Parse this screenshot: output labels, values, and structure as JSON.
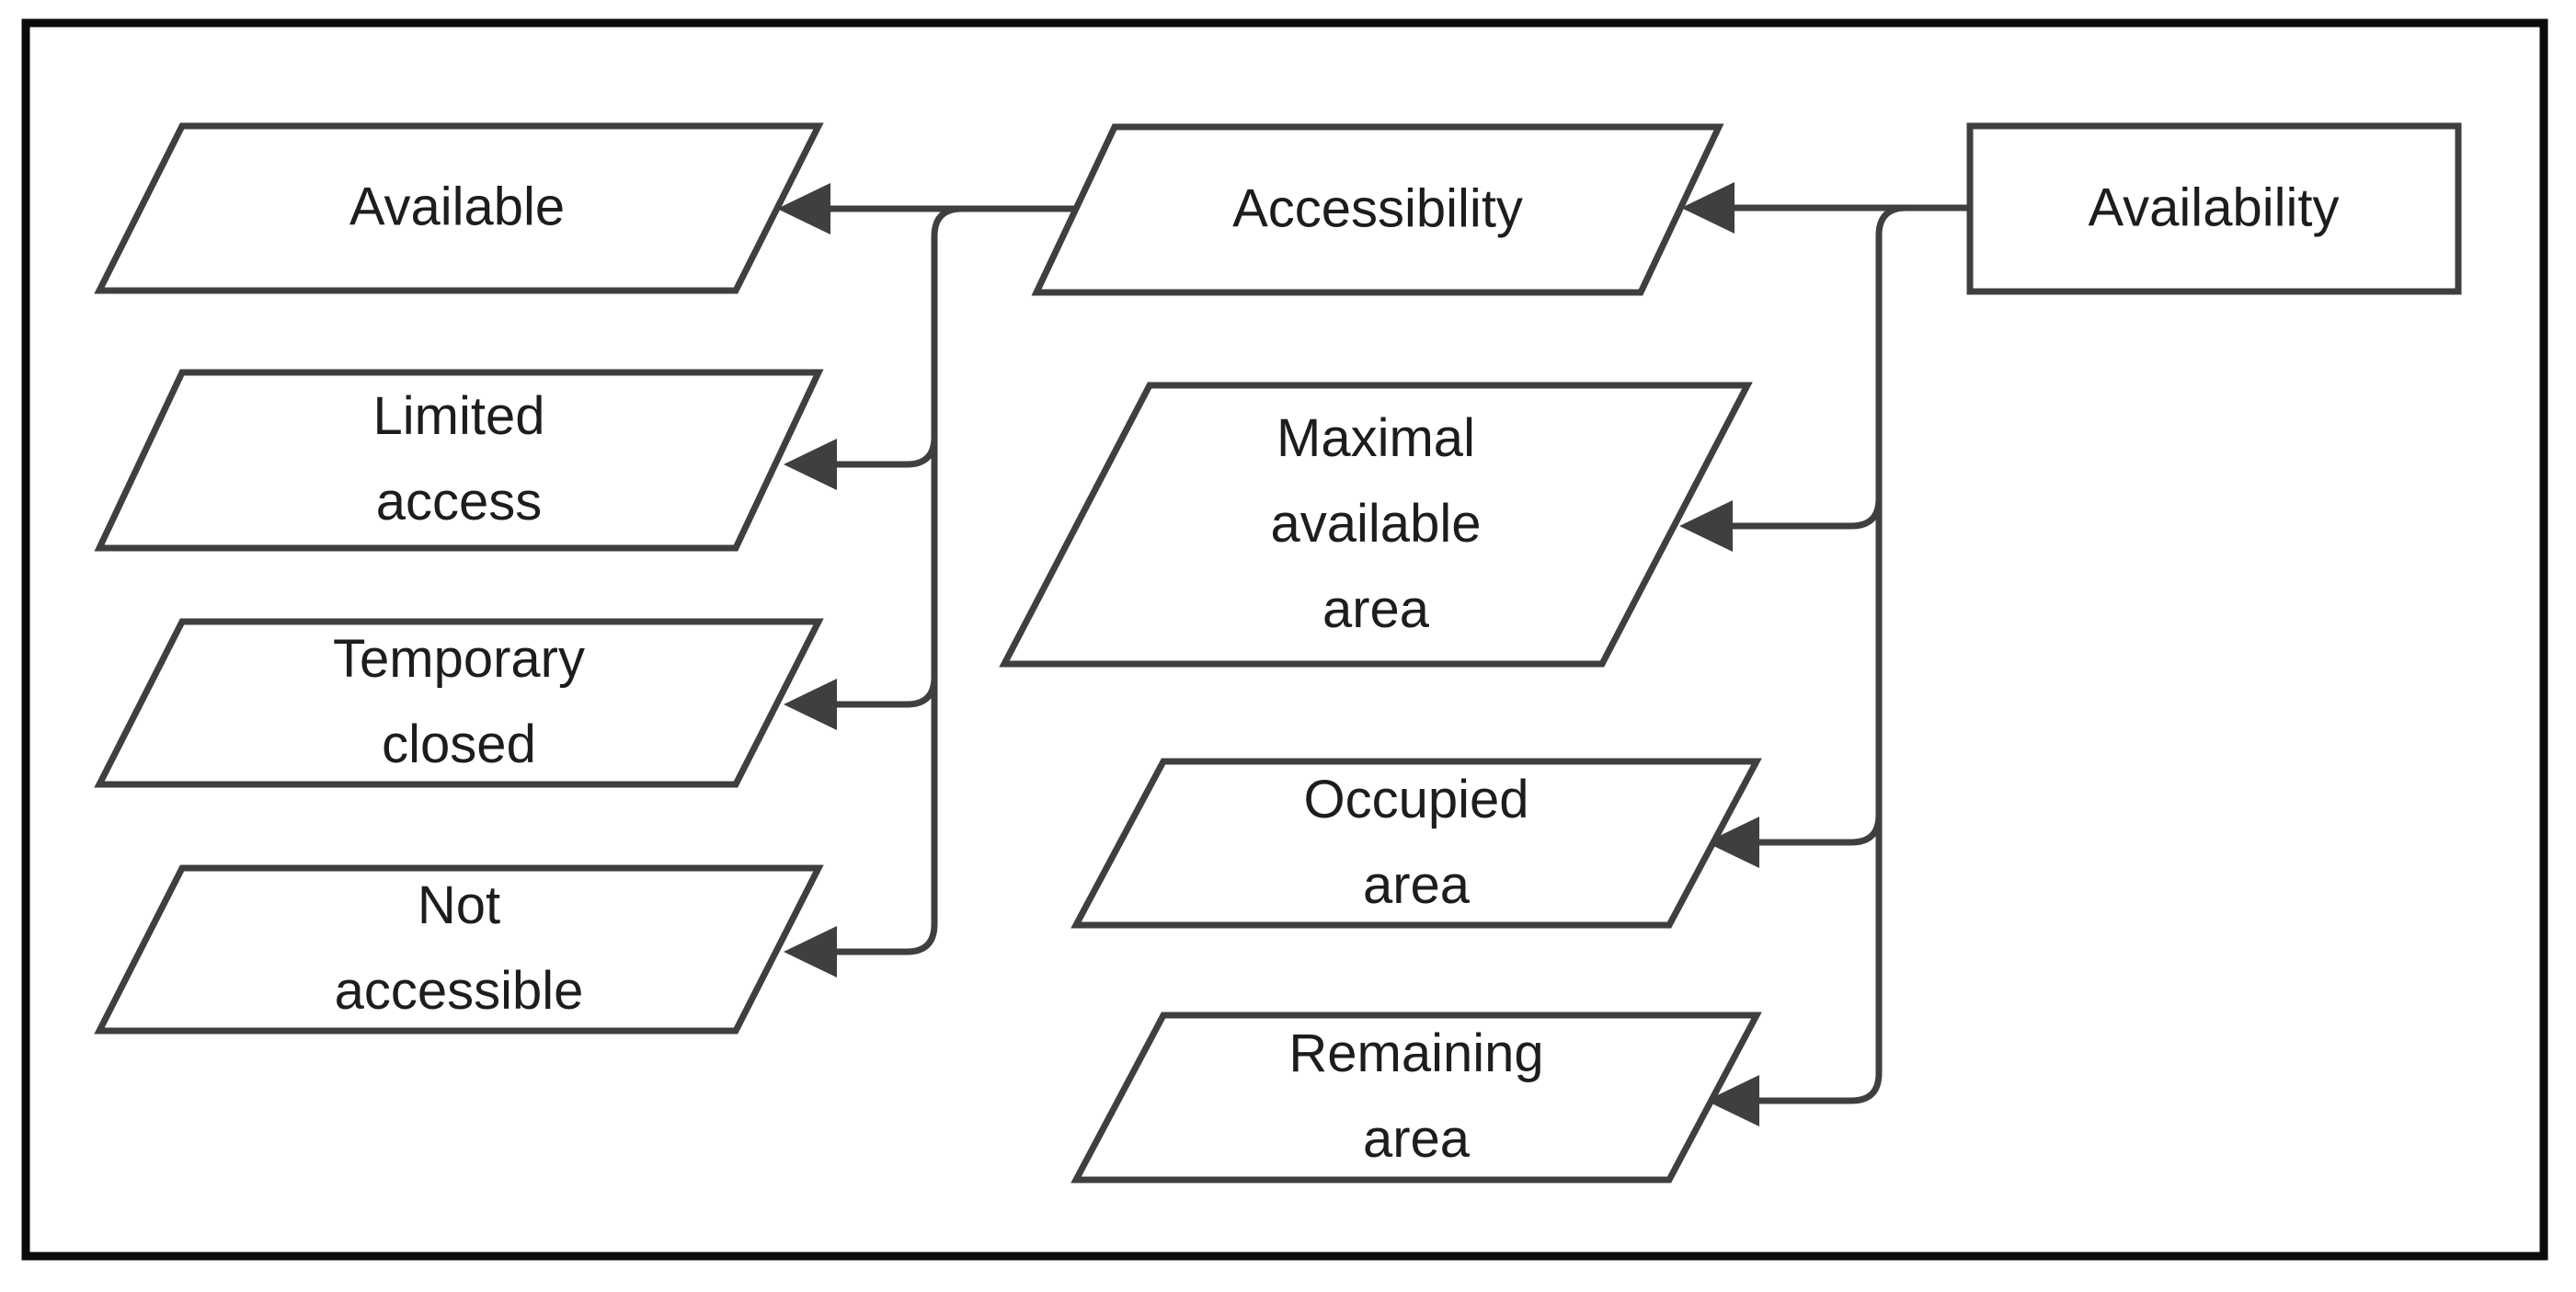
{
  "colors": {
    "line": "#3f3f3f",
    "outer_border": "#0b0b0b",
    "text": "#1d1d1d",
    "background": "#ffffff"
  },
  "nodes": {
    "availability": {
      "label": "Availability",
      "shape": "rectangle"
    },
    "accessibility": {
      "label": "Accessibility",
      "shape": "parallelogram"
    },
    "available": {
      "label": "Available",
      "shape": "parallelogram"
    },
    "limited_access": {
      "label": "Limited\naccess",
      "shape": "parallelogram"
    },
    "temporary_closed": {
      "label": "Temporary\nclosed",
      "shape": "parallelogram"
    },
    "not_accessible": {
      "label": "Not\naccessible",
      "shape": "parallelogram"
    },
    "maximal_available_area": {
      "label": "Maximal\navailable\narea",
      "shape": "parallelogram"
    },
    "occupied_area": {
      "label": "Occupied\narea",
      "shape": "parallelogram"
    },
    "remaining_area": {
      "label": "Remaining\narea",
      "shape": "parallelogram"
    }
  },
  "edges": [
    {
      "from": "Availability",
      "to": "Accessibility"
    },
    {
      "from": "Availability",
      "to": "Maximal available area"
    },
    {
      "from": "Availability",
      "to": "Occupied area"
    },
    {
      "from": "Availability",
      "to": "Remaining area"
    },
    {
      "from": "Accessibility",
      "to": "Available"
    },
    {
      "from": "Accessibility",
      "to": "Limited access"
    },
    {
      "from": "Accessibility",
      "to": "Temporary closed"
    },
    {
      "from": "Accessibility",
      "to": "Not accessible"
    }
  ]
}
